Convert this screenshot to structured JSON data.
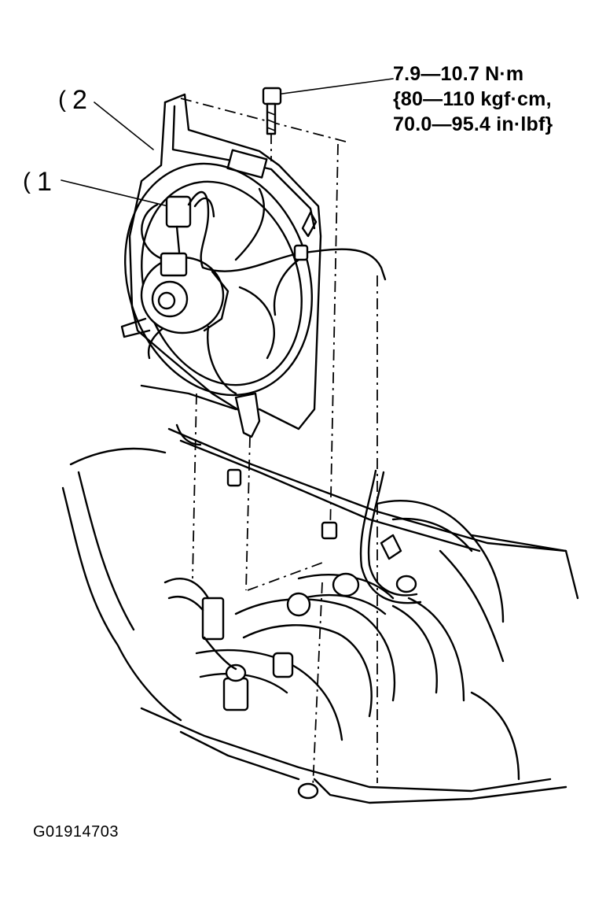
{
  "diagram": {
    "callouts": [
      {
        "label": "2"
      },
      {
        "label": "1"
      }
    ],
    "torque_spec": {
      "line1": "7.9—10.7 N·m",
      "line2": "{80—110 kgf·cm,",
      "line3": "70.0—95.4 in·lbf}"
    },
    "figure_id": "G01914703"
  }
}
